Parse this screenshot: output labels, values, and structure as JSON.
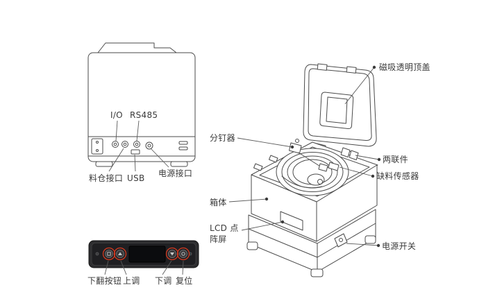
{
  "figure": {
    "background": "#ffffff",
    "line_color": "#4a4a4a",
    "text_color": "#3a3a3a",
    "highlight_color": "#d23a20"
  },
  "back_view": {
    "io": "I/O",
    "rs485": "RS485",
    "hopper_port": "料仓接口",
    "usb": "USB",
    "power_port": "电源接口"
  },
  "control_panel": {
    "page_down": "下翻按钮",
    "adjust_up": "上调",
    "adjust_down": "下调",
    "reset": "复位"
  },
  "iso_view": {
    "magnetic_top_cover": "磁吸透明顶盖",
    "pin_separator": "分钉器",
    "duplex_fitting": "两联件",
    "material_shortage_sensor": "缺料传感器",
    "cabinet_body": "箱体",
    "lcd_dot_matrix": "LCD 点阵屏",
    "power_switch": "电源开关"
  }
}
